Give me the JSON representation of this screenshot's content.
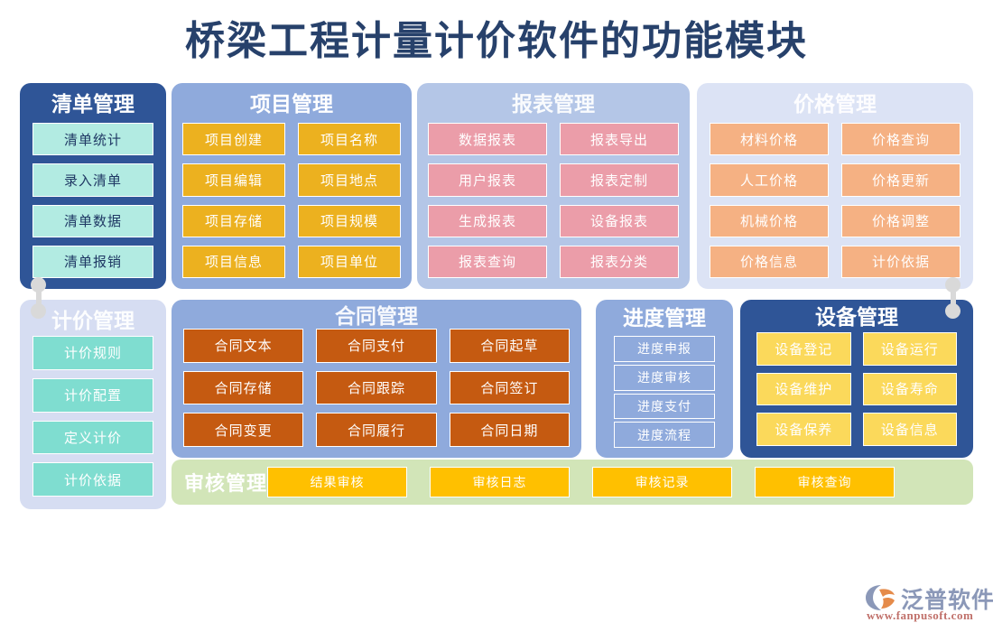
{
  "title": "桥梁工程计量计价软件的功能模块",
  "colors": {
    "title_text": "#27416b",
    "panel_dark_blue": "#2f5597",
    "panel_mid_blue": "#8faadc",
    "panel_light_blue": "#b4c6e7",
    "panel_pale_blue": "#dce3f5",
    "panel_lavender": "#d6ddf2",
    "panel_green": "#d2e5b8",
    "chip_teal": "#b2ebe2",
    "chip_mint": "#7fddd0",
    "chip_gold": "#ecb11f",
    "chip_pink": "#eb9da9",
    "chip_peach": "#f5b183",
    "chip_brown": "#c55a11",
    "chip_yellow": "#fbd95b",
    "chip_amber": "#ffc000",
    "pin_gray": "#d9d9d9"
  },
  "panels": {
    "qingdan": {
      "title": "清单管理",
      "items": [
        "清单统计",
        "录入清单",
        "清单数据",
        "清单报销"
      ]
    },
    "xiangmu": {
      "title": "项目管理",
      "items": [
        "项目创建",
        "项目名称",
        "项目编辑",
        "项目地点",
        "项目存储",
        "项目规模",
        "项目信息",
        "项目单位"
      ]
    },
    "baobiao": {
      "title": "报表管理",
      "items": [
        "数据报表",
        "报表导出",
        "用户报表",
        "报表定制",
        "生成报表",
        "设备报表",
        "报表查询",
        "报表分类"
      ]
    },
    "jiage": {
      "title": "价格管理",
      "items": [
        "材料价格",
        "价格查询",
        "人工价格",
        "价格更新",
        "机械价格",
        "价格调整",
        "价格信息",
        "计价依据"
      ]
    },
    "jijia": {
      "title": "计价管理",
      "items": [
        "计价规则",
        "计价配置",
        "定义计价",
        "计价依据"
      ]
    },
    "hetong": {
      "title": "合同管理",
      "items": [
        "合同文本",
        "合同支付",
        "合同起草",
        "合同存储",
        "合同跟踪",
        "合同签订",
        "合同变更",
        "合同履行",
        "合同日期"
      ]
    },
    "jindu": {
      "title": "进度管理",
      "items": [
        "进度申报",
        "进度审核",
        "进度支付",
        "进度流程"
      ]
    },
    "shebei": {
      "title": "设备管理",
      "items": [
        "设备登记",
        "设备运行",
        "设备维护",
        "设备寿命",
        "设备保养",
        "设备信息"
      ]
    },
    "shenhe": {
      "title": "审核管理",
      "items": [
        "结果审核",
        "审核日志",
        "审核记录",
        "审核查询"
      ]
    }
  },
  "logo": {
    "brand": "泛普软件",
    "url": "www.fanpusoft.com"
  }
}
